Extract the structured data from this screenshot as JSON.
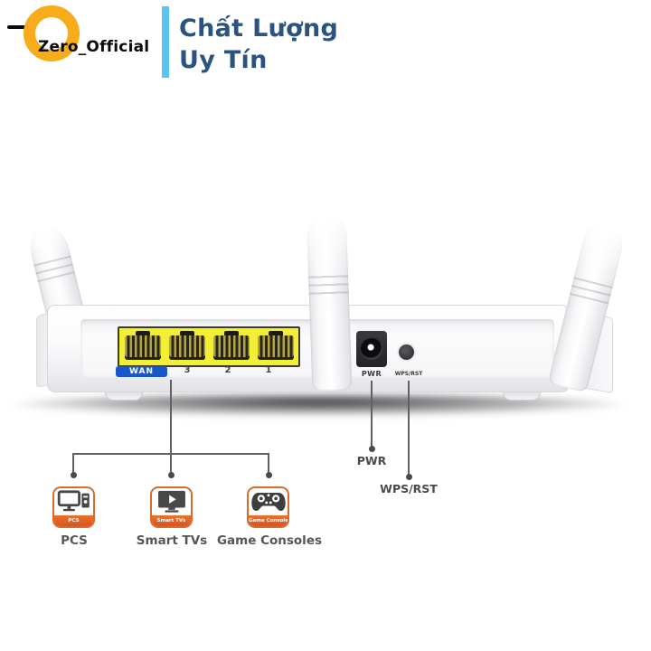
{
  "header": {
    "brand": "Zero_Official",
    "tagline": {
      "line1": "Chất Lượng",
      "line2": "Uy Tín"
    },
    "colors": {
      "logo_ring": "#F7AC19",
      "divider_blue": "#58C5F1",
      "tagline_text": "#2B5380"
    }
  },
  "router": {
    "wan_label": "WAN",
    "port_numbers": [
      "3",
      "2",
      "1"
    ],
    "pwr_label": "PWR",
    "wps_label": "WPS/RST",
    "colors": {
      "port_panel_yellow": "#F2EF34",
      "wan_badge_blue": "#1857C9"
    }
  },
  "callouts": {
    "pwr_label": "PWR",
    "wps_label": "WPS/RST",
    "devices": [
      {
        "label": "PCS",
        "badge": "PCS",
        "icon": "pc-icon"
      },
      {
        "label": "Smart TVs",
        "badge": "Smart TVs",
        "icon": "smart-tv-icon"
      },
      {
        "label": "Game Consoles",
        "badge": "Game Consoles",
        "icon": "game-console-icon"
      }
    ],
    "accent_orange": "#DB6A2F"
  }
}
